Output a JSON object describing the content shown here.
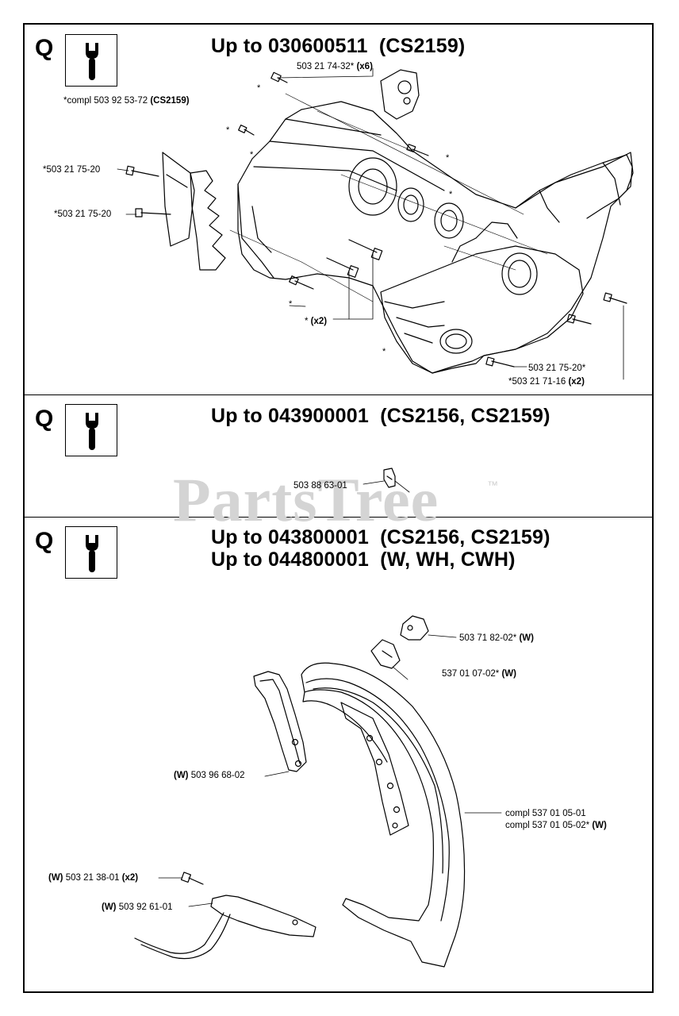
{
  "sections": [
    {
      "letter": "Q",
      "title_line1": "Up to 030600511  (CS2159)",
      "note": {
        "prefix": "*compl 503 92 53-72 ",
        "bold": "(CS2159)"
      },
      "labels": [
        {
          "text": "503 21 74-32* ",
          "bold": "(x6)"
        },
        {
          "text": "*503 21 75-20",
          "bold": ""
        },
        {
          "text": "*503 21 75-20",
          "bold": ""
        },
        {
          "text": "* ",
          "bold": "(x2)"
        },
        {
          "text": "503 21 75-20*",
          "bold": ""
        },
        {
          "text": "*503 21 71-16 ",
          "bold": "(x2)"
        }
      ],
      "star": "*"
    },
    {
      "letter": "Q",
      "title_line1": "Up to 043900001  (CS2156, CS2159)",
      "labels": [
        {
          "text": "503 88 63-01",
          "bold": ""
        }
      ]
    },
    {
      "letter": "Q",
      "title_line1": "Up to 043800001  (CS2156, CS2159)",
      "title_line2": "Up to 044800001  (W, WH, CWH)",
      "labels": [
        {
          "text": "503 71 82-02* ",
          "bold": "(W)"
        },
        {
          "text": "537 01 07-02* ",
          "bold": "(W)"
        },
        {
          "prefix": "(W)",
          "text": " 503 96 68-02"
        },
        {
          "text": "compl 537 01 05-01",
          "bold": ""
        },
        {
          "text": "compl 537 01 05-02* ",
          "bold": "(W)"
        },
        {
          "prefix": "(W)",
          "text": " 503 21 38-01 ",
          "bold": "(x2)"
        },
        {
          "prefix": "(W)",
          "text": " 503 92 61-01"
        }
      ]
    }
  ],
  "watermark": {
    "text": "PartsTree",
    "tm": "™"
  },
  "icons": {
    "tool": "wrench-info-icon"
  }
}
